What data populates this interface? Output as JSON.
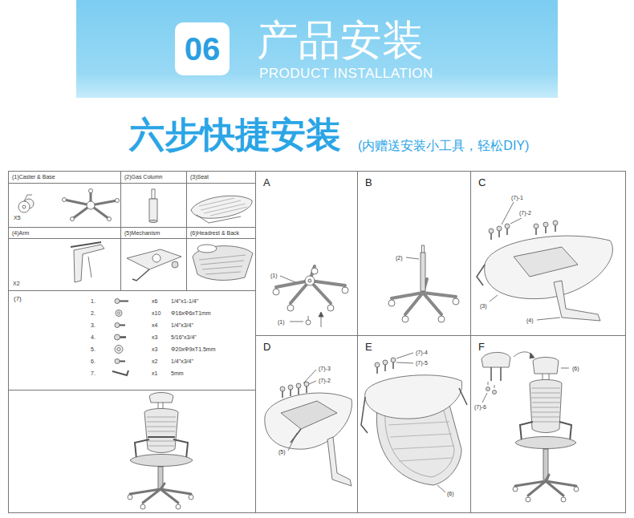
{
  "diagram": {
    "nodes": [
      {
        "text": [
          "产品安装",
          "PRODUCT INSTALLATION"
        ]
      },
      {
        "text": [
          "06"
        ],
        "in": 0
      },
      {
        "text": [
          "(1)Caster & Base"
        ]
      },
      {
        "text": [
          "(2)Gas Column"
        ]
      },
      {
        "text": [
          "(3)Seat"
        ]
      },
      {
        "text": [
          "(4)Arm"
        ]
      },
      {
        "text": [
          "(5)Mechanism"
        ]
      },
      {
        "text": [
          "(6)Headrest & Back"
        ]
      },
      {
        "text": [
          "(7)"
        ]
      },
      {
        "text": [
          "A"
        ]
      },
      {
        "text": [
          "B"
        ]
      },
      {
        "text": [
          "C"
        ]
      },
      {
        "text": [
          "D"
        ]
      },
      {
        "text": [
          "E"
        ]
      },
      {
        "text": [
          "F"
        ]
      }
    ],
    "labels": [
      "六步快捷安装",
      "(内赠送安装小工具，轻松DIY)",
      "X5",
      "X2",
      "1.",
      "x6",
      "1/4\"x1-1/4\"",
      "2.",
      "x10",
      "Φ16xΦ6xT1mm",
      "3.",
      "x4",
      "1/4\"x3/4\"",
      "4.",
      "x3",
      "5/16\"x3/4\"",
      "5.",
      "x3",
      "Φ20xΦ9xT1.5mm",
      "6.",
      "x2",
      "1/4\"x3/4\"",
      "7.",
      "x1",
      "5mm",
      "(1)",
      "(1)",
      "(2)",
      "(7)-1",
      "(7)-2",
      "(3)",
      "(4)",
      "(7)-3",
      "(7)-2",
      "(5)",
      "(7)-4",
      "(7)-5",
      "(6)",
      "(6)",
      "(7)-6"
    ]
  }
}
